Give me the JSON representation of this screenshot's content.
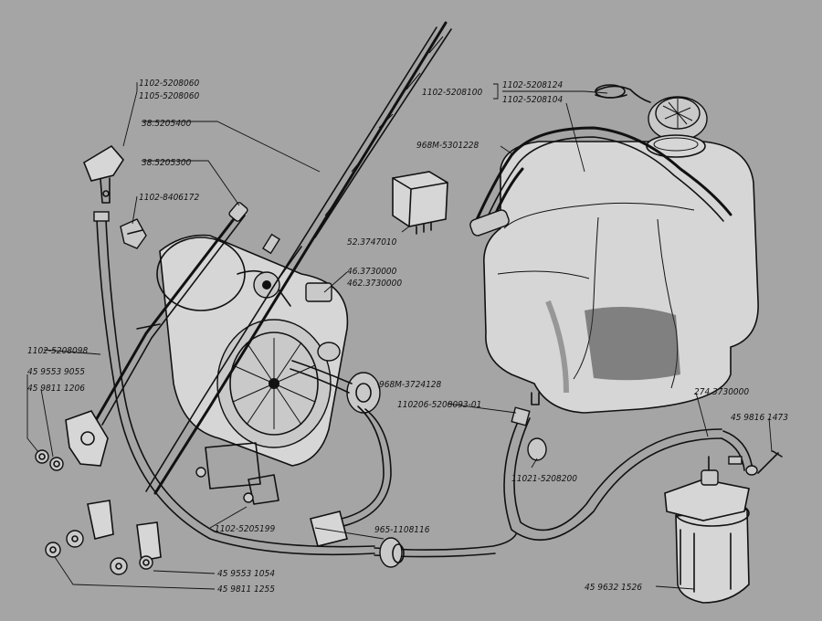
{
  "labels": {
    "nozzle_a": "1102-5208060",
    "nozzle_b": "1105-5208060",
    "wiper_blade": "38.5205400",
    "wiper_arm": "38.5205300",
    "clip": "1102-8406172",
    "reservoir": "1102-5208100",
    "cap_strap": "1102-5208124",
    "cap": "1102-5208104",
    "hose_top": "968M-5301228",
    "relay": "52.3747010",
    "motor_a": "46.3730000",
    "motor_b": "462.3730000",
    "hose_left": "1102-5208098",
    "nut_upper_a": "45 9553 9055",
    "nut_upper_b": "45 9811 1206",
    "grommet": "968M-3724128",
    "hose_connector": "110206-5208093-01",
    "filter": "11021-5208200",
    "pump": "274.3730000",
    "washer_top": "45 9816 1473",
    "tee": "965-1108116",
    "link": "1102-5205199",
    "nut_lower_a": "45 9553 1054",
    "nut_lower_b": "45 9811 1255",
    "pump_bottom": "45 9632 1526"
  }
}
